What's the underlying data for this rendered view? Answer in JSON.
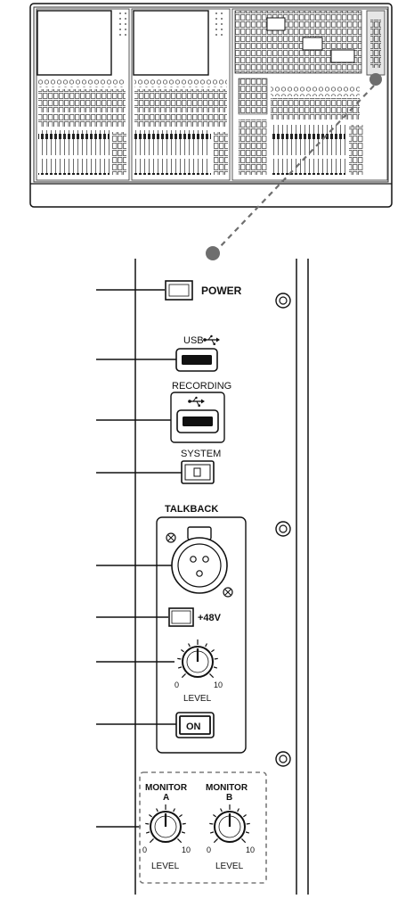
{
  "panel_labels": {
    "power": "POWER",
    "usb": "USB",
    "recording": "RECORDING",
    "system": "SYSTEM",
    "talkback": "TALKBACK",
    "phantom": "+48V",
    "level": "LEVEL",
    "on_button": "ON",
    "monitor_a_line1": "MONITOR",
    "monitor_a_line2": "A",
    "monitor_b_line1": "MONITOR",
    "monitor_b_line2": "B",
    "monitor_a_level": "LEVEL",
    "monitor_b_level": "LEVEL"
  },
  "knob_scale": {
    "min": "0",
    "max": "10"
  },
  "icons": [
    "usb-icon",
    "xlr-connector-icon",
    "knob-icon",
    "screw-icon"
  ],
  "colors": {
    "ink": "#111111",
    "callout_dot": "#6e6e6e",
    "dashed_box": "#7a7a7a"
  }
}
